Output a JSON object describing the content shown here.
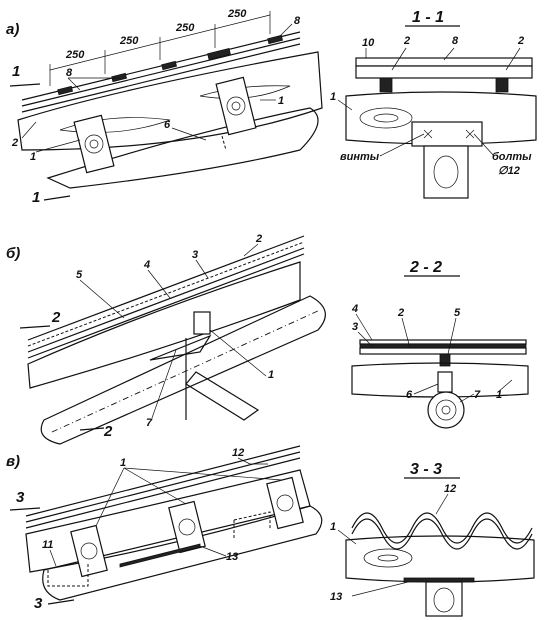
{
  "views": {
    "a": {
      "label": "а)",
      "dims": [
        "250",
        "250",
        "250",
        "250"
      ],
      "callouts": [
        "8",
        "8",
        "2",
        "1",
        "1",
        "6"
      ]
    },
    "b": {
      "label": "б)",
      "callouts": [
        "2",
        "3",
        "4",
        "5",
        "1",
        "7"
      ]
    },
    "c": {
      "label": "в)",
      "callouts": [
        "1",
        "12",
        "11",
        "13"
      ]
    }
  },
  "sections": {
    "s11": {
      "title": "1 - 1",
      "callouts": [
        "10",
        "2",
        "8",
        "2",
        "1"
      ],
      "screws": "винты",
      "bolts": "болты",
      "bolt_size": "∅12"
    },
    "s22": {
      "title": "2 - 2",
      "callouts": [
        "4",
        "2",
        "5",
        "3",
        "6",
        "7",
        "1"
      ]
    },
    "s33": {
      "title": "3 - 3",
      "callouts": [
        "12",
        "1",
        "13"
      ]
    }
  },
  "cut_marks": {
    "m1": "1",
    "m2": "2",
    "m3": "3"
  }
}
